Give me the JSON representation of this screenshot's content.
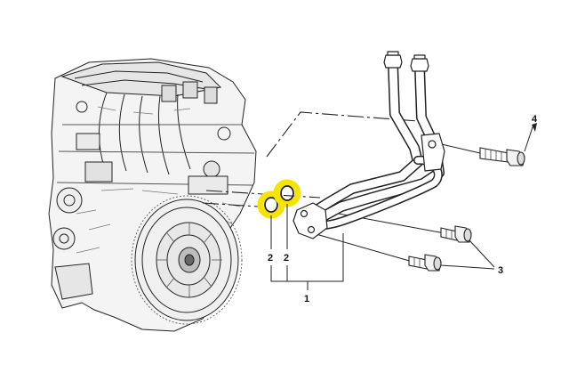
{
  "callouts": {
    "assembly": "1",
    "seal_left": "2",
    "seal_right": "2",
    "bolts_lower": "3",
    "bolt_upper": "4"
  },
  "colors": {
    "line": "#222222",
    "highlight": "#f5e400",
    "background": "#ffffff",
    "engine_shade": "#9a9a9a"
  },
  "icons": {
    "engine": "engine-block-illustration",
    "flywheel": "flywheel-clutch-illustration",
    "pipe": "heater-pipe-assembly",
    "bolt": "flange-bolt",
    "seal": "o-ring-seal"
  }
}
